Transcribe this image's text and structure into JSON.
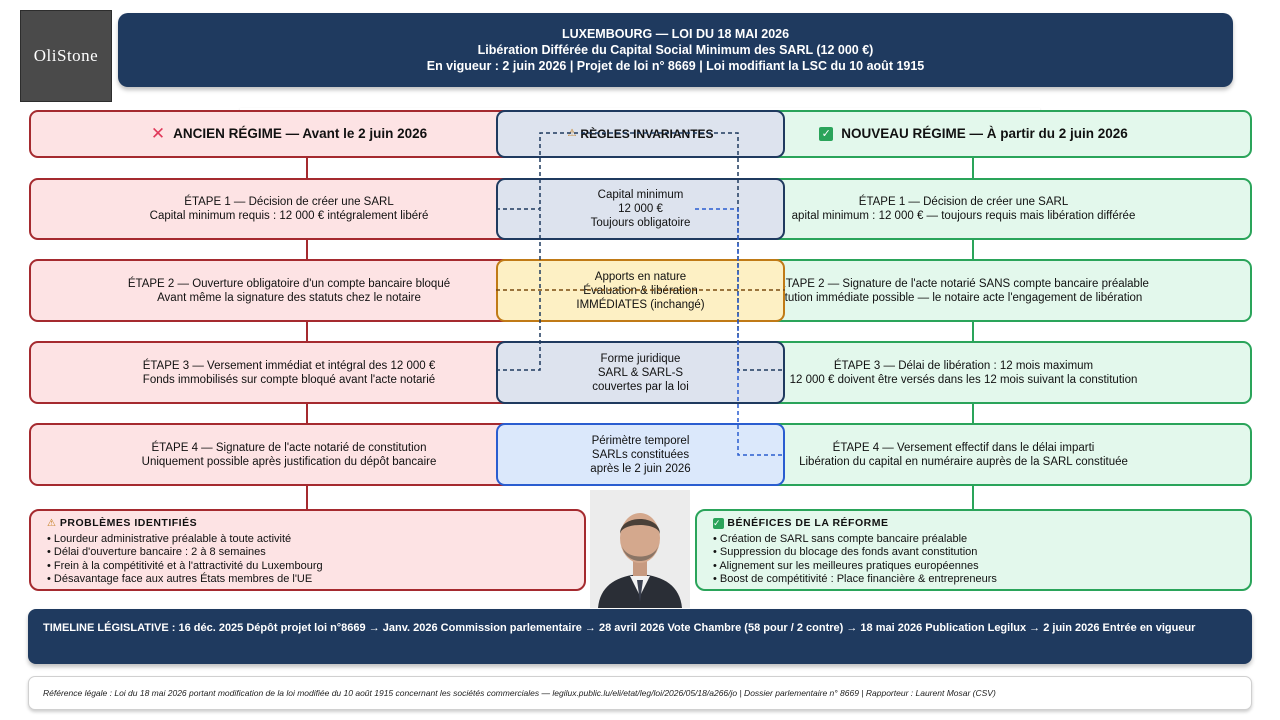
{
  "logo": {
    "text": "OliStone"
  },
  "header": {
    "line1": "LUXEMBOURG — LOI DU 18 MAI 2026",
    "line2": "Libération Différée du Capital Social Minimum des SARL (12 000 €)",
    "line3": "En vigueur : 2 juin 2026  |  Projet de loi n° 8669  |  Loi modifiant la LSC du 10 août 1915"
  },
  "columns": {
    "old": {
      "icon": "cross-icon",
      "title": "ANCIEN RÉGIME — Avant le 2 juin 2026"
    },
    "invariant": {
      "icon": "warning-icon",
      "title": "RÈGLES INVARIANTES"
    },
    "new": {
      "icon": "check-icon",
      "title": "NOUVEAU RÉGIME — À partir du 2 juin 2026"
    }
  },
  "old_steps": [
    {
      "line1": "ÉTAPE 1 — Décision de créer une SARL",
      "line2": "Capital minimum requis : 12 000 € intégralement libéré"
    },
    {
      "line1": "ÉTAPE 2 — Ouverture obligatoire d'un compte bancaire bloqué",
      "line2": "Avant même la signature des statuts chez le notaire"
    },
    {
      "line1": "ÉTAPE 3 — Versement immédiat et intégral des 12 000 €",
      "line2": "Fonds immobilisés sur compte bloqué avant l'acte notarié"
    },
    {
      "line1": "ÉTAPE 4 — Signature de l'acte notarié de constitution",
      "line2": "Uniquement possible après justification du dépôt bancaire"
    }
  ],
  "invariants": [
    {
      "line1": "Capital minimum",
      "line2": "12 000 €",
      "line3": "Toujours obligatoire"
    },
    {
      "line1": "Apports en nature",
      "line2": "Évaluation & libération",
      "line3": "IMMÉDIATES (inchangé)"
    },
    {
      "line1": "Forme juridique",
      "line2": "SARL & SARL-S",
      "line3": "couvertes par la loi"
    },
    {
      "line1": "Périmètre temporel",
      "line2": "SARLs constituées",
      "line3": "après le 2 juin 2026"
    }
  ],
  "new_steps": [
    {
      "line1": "ÉTAPE 1 — Décision de créer une SARL",
      "line2": "apital minimum : 12 000 € — toujours requis mais libération différée"
    },
    {
      "line1": "ÉTAPE 2 — Signature de l'acte notarié SANS compte bancaire préalable",
      "line2": "tution immédiate possible — le notaire acte l'engagement de libération"
    },
    {
      "line1": "ÉTAPE 3 — Délai de libération : 12 mois maximum",
      "line2": "12 000 € doivent être versés dans les 12 mois suivant la constitution"
    },
    {
      "line1": "ÉTAPE 4 — Versement effectif dans le délai imparti",
      "line2": "Libération du capital en numéraire auprès de la SARL constituée"
    }
  ],
  "problems": {
    "icon": "warning-icon",
    "title": "PROBLÈMES IDENTIFIÉS",
    "items": [
      "Lourdeur administrative préalable à toute activité",
      "Délai d'ouverture bancaire : 2 à 8 semaines",
      "Frein à la compétitivité et à l'attractivité du Luxembourg",
      "Désavantage face aux autres États membres de l'UE"
    ]
  },
  "benefits": {
    "icon": "check-icon",
    "title": "BÉNÉFICES DE LA RÉFORME",
    "items": [
      "Création de SARL sans compte bancaire préalable",
      "Suppression du blocage des fonds avant constitution",
      "Alignement sur les meilleures pratiques européennes",
      "Boost de compétitivité : Place financière & entrepreneurs"
    ]
  },
  "timeline": {
    "text": "TIMELINE LÉGISLATIVE :  16 déc. 2025 Dépôt projet loi n°8669  →  Janv. 2026 Commission parlementaire  →  28 avril 2026 Vote Chambre (58 pour / 2 contre)  →  18 mai 2026 Publication Legilux  →  2 juin 2026 Entrée en vigueur"
  },
  "footer": {
    "text": "Référence légale : Loi du 18 mai 2026 portant modification de la loi modifiée du 10 août 1915 concernant les sociétés commerciales — legilux.public.lu/eli/etat/leg/loi/2026/05/18/a266/jo  |  Dossier parlementaire n° 8669  |  Rapporteur : Laurent Mosar (CSV)"
  },
  "colors": {
    "navy": "#1f3a5f",
    "red_border": "#a52a2f",
    "red_fill": "#fde3e4",
    "green_border": "#2aa45a",
    "green_fill": "#e3f8ec",
    "yellow_fill": "#fdf0c4",
    "blue_fill": "#dbe8fb"
  }
}
